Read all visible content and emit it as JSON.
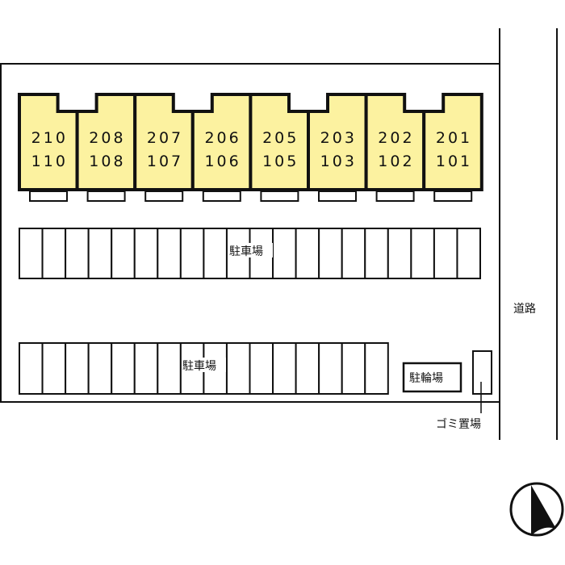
{
  "units": [
    {
      "upper": "210",
      "lower": "110"
    },
    {
      "upper": "208",
      "lower": "108"
    },
    {
      "upper": "207",
      "lower": "107"
    },
    {
      "upper": "206",
      "lower": "106"
    },
    {
      "upper": "205",
      "lower": "105"
    },
    {
      "upper": "203",
      "lower": "103"
    },
    {
      "upper": "202",
      "lower": "102"
    },
    {
      "upper": "201",
      "lower": "101"
    }
  ],
  "parking_upper": {
    "label": "駐車場",
    "stalls": 20
  },
  "parking_lower": {
    "label": "駐車場",
    "stalls": 16
  },
  "bicycle_parking": {
    "label": "駐輪場"
  },
  "garbage": {
    "label": "ゴミ置場"
  },
  "road": {
    "label": "道路"
  },
  "colors": {
    "unit_fill": "#fcf2a0",
    "line": "#111111"
  }
}
